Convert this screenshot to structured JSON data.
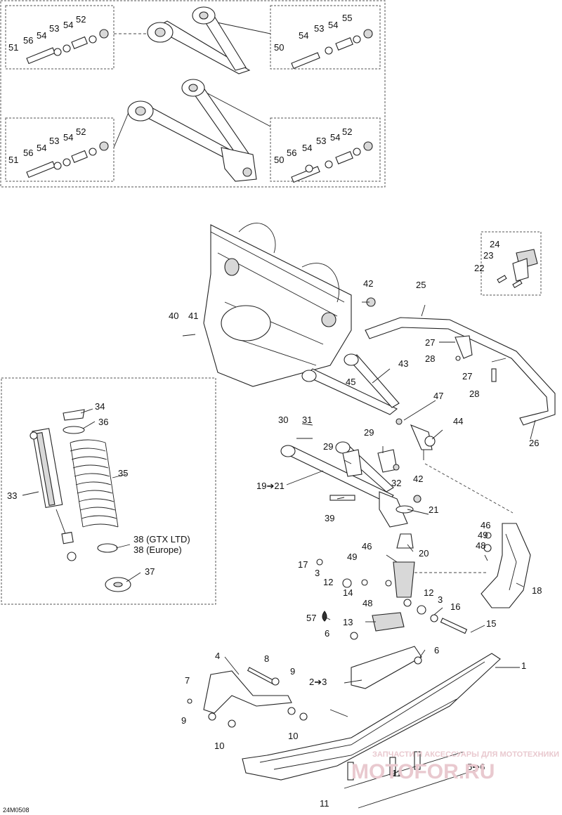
{
  "diagram_code": "24M0508",
  "watermark": {
    "line1": "ЗАПЧАСТИ И АКСЕССУАРЫ ДЛЯ МОТОТЕХНИКИ",
    "line2": "MOTOFOR.RU"
  },
  "callouts": [
    {
      "id": "c52a",
      "text": "52"
    },
    {
      "id": "c54a",
      "text": "54"
    },
    {
      "id": "c53a",
      "text": "53"
    },
    {
      "id": "c54b",
      "text": "54"
    },
    {
      "id": "c56a",
      "text": "56"
    },
    {
      "id": "c51a",
      "text": "51"
    },
    {
      "id": "c55a",
      "text": "55"
    },
    {
      "id": "c54c",
      "text": "54"
    },
    {
      "id": "c53b",
      "text": "53"
    },
    {
      "id": "c54d",
      "text": "54"
    },
    {
      "id": "c50a",
      "text": "50"
    },
    {
      "id": "c52b",
      "text": "52"
    },
    {
      "id": "c54e",
      "text": "54"
    },
    {
      "id": "c53c",
      "text": "53"
    },
    {
      "id": "c54f",
      "text": "54"
    },
    {
      "id": "c56b",
      "text": "56"
    },
    {
      "id": "c51b",
      "text": "51"
    },
    {
      "id": "c52c",
      "text": "52"
    },
    {
      "id": "c54g",
      "text": "54"
    },
    {
      "id": "c53d",
      "text": "53"
    },
    {
      "id": "c54h",
      "text": "54"
    },
    {
      "id": "c56c",
      "text": "56"
    },
    {
      "id": "c50b",
      "text": "50"
    },
    {
      "id": "c24",
      "text": "24"
    },
    {
      "id": "c23",
      "text": "23"
    },
    {
      "id": "c22",
      "text": "22"
    },
    {
      "id": "c25",
      "text": "25"
    },
    {
      "id": "c42a",
      "text": "42"
    },
    {
      "id": "c40",
      "text": "40"
    },
    {
      "id": "c41",
      "text": "41"
    },
    {
      "id": "c27a",
      "text": "27"
    },
    {
      "id": "c28a",
      "text": "28"
    },
    {
      "id": "c27b",
      "text": "27"
    },
    {
      "id": "c28b",
      "text": "28"
    },
    {
      "id": "c43",
      "text": "43"
    },
    {
      "id": "c45",
      "text": "45"
    },
    {
      "id": "c47",
      "text": "47"
    },
    {
      "id": "c44",
      "text": "44"
    },
    {
      "id": "c26",
      "text": "26"
    },
    {
      "id": "c34",
      "text": "34"
    },
    {
      "id": "c36",
      "text": "36"
    },
    {
      "id": "c35",
      "text": "35"
    },
    {
      "id": "c33",
      "text": "33"
    },
    {
      "id": "c38a",
      "text": "38 (GTX LTD)"
    },
    {
      "id": "c38b",
      "text": "38 (Europe)"
    },
    {
      "id": "c37",
      "text": "37"
    },
    {
      "id": "c30",
      "text": "30"
    },
    {
      "id": "c31",
      "text": "31"
    },
    {
      "id": "c29a",
      "text": "29"
    },
    {
      "id": "c29b",
      "text": "29"
    },
    {
      "id": "c32",
      "text": "32"
    },
    {
      "id": "c42b",
      "text": "42"
    },
    {
      "id": "c19",
      "text": "19➔21"
    },
    {
      "id": "c21",
      "text": "21"
    },
    {
      "id": "c39",
      "text": "39"
    },
    {
      "id": "c20",
      "text": "20"
    },
    {
      "id": "c46a",
      "text": "46"
    },
    {
      "id": "c49a",
      "text": "49"
    },
    {
      "id": "c48a",
      "text": "48"
    },
    {
      "id": "c18",
      "text": "18"
    },
    {
      "id": "c17",
      "text": "17"
    },
    {
      "id": "c3a",
      "text": "3"
    },
    {
      "id": "c12a",
      "text": "12"
    },
    {
      "id": "c14",
      "text": "14"
    },
    {
      "id": "c46b",
      "text": "46"
    },
    {
      "id": "c49b",
      "text": "49"
    },
    {
      "id": "c48b",
      "text": "48"
    },
    {
      "id": "c57",
      "text": "57"
    },
    {
      "id": "c12b",
      "text": "12"
    },
    {
      "id": "c3b",
      "text": "3"
    },
    {
      "id": "c16",
      "text": "16"
    },
    {
      "id": "c13",
      "text": "13"
    },
    {
      "id": "c15",
      "text": "15"
    },
    {
      "id": "c6a",
      "text": "6"
    },
    {
      "id": "c6b",
      "text": "6"
    },
    {
      "id": "c1",
      "text": "1"
    },
    {
      "id": "c4",
      "text": "4"
    },
    {
      "id": "c8",
      "text": "8"
    },
    {
      "id": "c9a",
      "text": "9"
    },
    {
      "id": "c2",
      "text": "2➔3"
    },
    {
      "id": "c7",
      "text": "7"
    },
    {
      "id": "c9b",
      "text": "9"
    },
    {
      "id": "c10a",
      "text": "10"
    },
    {
      "id": "c10b",
      "text": "10"
    },
    {
      "id": "c5",
      "text": "5➔6"
    },
    {
      "id": "c11a",
      "text": "11"
    },
    {
      "id": "c11b",
      "text": "11"
    }
  ]
}
